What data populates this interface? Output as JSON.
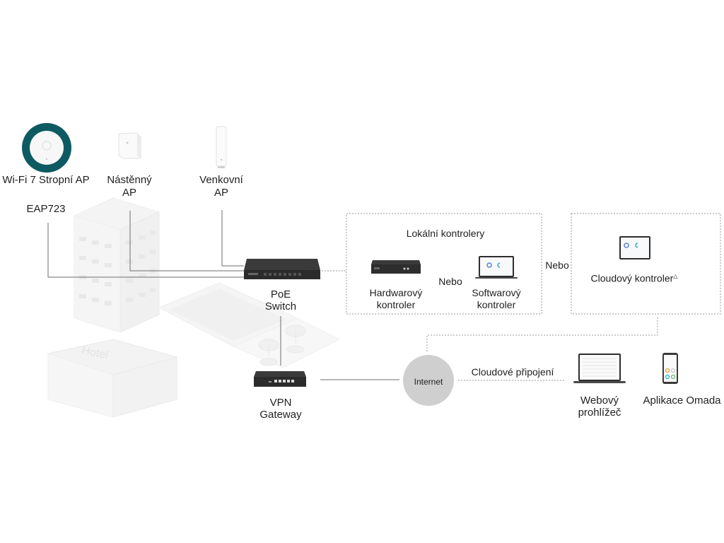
{
  "diagram": {
    "devices": {
      "ceiling_ap": {
        "label": "Wi-Fi 7 Stropní AP",
        "model": "EAP723"
      },
      "wall_ap": {
        "label_line1": "Nástěnný",
        "label_line2": "AP"
      },
      "outdoor_ap": {
        "label_line1": "Venkovní",
        "label_line2": "AP"
      },
      "poe_switch": {
        "label_line1": "PoE",
        "label_line2": "Switch"
      },
      "vpn_gateway": {
        "label_line1": "VPN",
        "label_line2": "Gateway"
      },
      "internet": {
        "label": "Internet"
      },
      "web_browser": {
        "label_line1": "Webový",
        "label_line2": "prohlížeč"
      },
      "omada_app": {
        "label": "Aplikace Omada"
      }
    },
    "local_controllers": {
      "title": "Lokální kontrolery",
      "hardware": {
        "label_line1": "Hardwarový",
        "label_line2": "kontroler"
      },
      "software": {
        "label_line1": "Softwarový",
        "label_line2": "kontroler"
      },
      "or_label": "Nebo"
    },
    "or_between_groups": "Nebo",
    "cloud_controller": {
      "label": "Cloudový kontroler",
      "superscript": "△"
    },
    "cloud_connection": {
      "label": "Cloudové připojení"
    },
    "background": {
      "building_sign": "Hotel"
    },
    "colors": {
      "ceiling_ap_ring": "#0e5a63",
      "device_dark": "#2e2e2e",
      "line": "#6e6e6e",
      "dotted": "#9a9a9a",
      "internet_circle": "#cfcfcf",
      "chart_blue": "#5b7fd4",
      "chart_teal": "#2ab0c5"
    }
  }
}
